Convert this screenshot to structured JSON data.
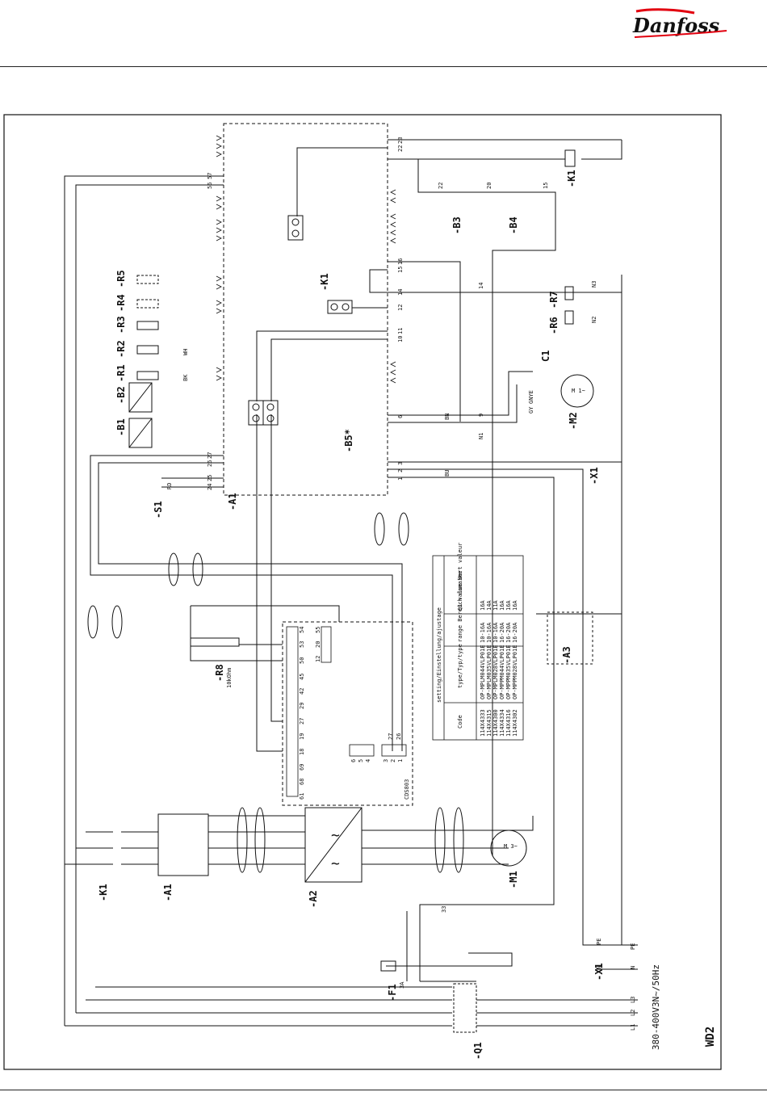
{
  "brand": {
    "name": "Danfoss",
    "color": "#e2000f"
  },
  "page_id": "WD2",
  "supply_label": "380-400V3N~/50Hz",
  "supply_terminals": [
    "L1",
    "L2",
    "L3",
    "N",
    "PE"
  ],
  "components": {
    "a1": "-A1",
    "a2": "-A2",
    "a3": "-A3",
    "k1": "-K1",
    "q1": "-Q1",
    "f1": "-F1",
    "f1_rating": "3A",
    "m1": "-M1",
    "m1_inside": "M\n3~",
    "m2": "-M2",
    "m2_inside": "M\n1~",
    "c1": "C1",
    "r1": "-R1",
    "r2": "-R2",
    "r3": "-R3",
    "r4": "-R4",
    "r5": "-R5",
    "r6": "-R6",
    "r7": "-R7",
    "r8": "-R8",
    "r8_value": "10kOhm",
    "b1": "-B1",
    "b2": "-B2",
    "b3": "-B3",
    "b4": "-B4",
    "b5": "-B5*",
    "s1": "-S1",
    "x1": "-X1",
    "cds": "CDS803"
  },
  "a1_terminals": [
    "57",
    "56",
    "27",
    "26",
    "25",
    "24",
    "23",
    "22",
    "16",
    "15",
    "14",
    "12",
    "11",
    "10",
    "6",
    "3",
    "2",
    "1"
  ],
  "cds_terminals": [
    "54",
    "53",
    "50",
    "45",
    "42",
    "29",
    "27",
    "19",
    "18",
    "69",
    "68",
    "61",
    "55",
    "20",
    "12",
    "27",
    "26",
    "6",
    "5",
    "4",
    "3",
    "2",
    "1"
  ],
  "x1_labels": [
    "22",
    "20",
    "15",
    "14",
    "9",
    "N1",
    "33",
    "PE",
    "N",
    "N2",
    "N3"
  ],
  "wire_colors": [
    "BK",
    "WH",
    "RD",
    "BN",
    "BU",
    "GY",
    "GNYE"
  ],
  "table": {
    "title": "setting/Einstellung/ajustage",
    "headers": [
      "Code",
      "type/Typ/type",
      "range\nBereich\ndomaine",
      "Q1\nvalue\nWert\nvaleur"
    ],
    "rows": [
      [
        "114X4333",
        "OP-MPLM044VLP01E",
        "10-16A",
        "16A"
      ],
      [
        "114X4315",
        "OP-MPLM035VLP01E",
        "10-16A",
        "14A"
      ],
      [
        "114X4300",
        "OP-MPLM028VLP01E",
        "10-16A",
        "11A"
      ],
      [
        "114X4334",
        "OP-MPPM044VLP01E",
        "16-20A",
        "16A"
      ],
      [
        "114X4316",
        "OP-MPPM035VLP01E",
        "16-20A",
        "16A"
      ],
      [
        "114X4302",
        "OP-MPPM028VLP01E",
        "16-20A",
        "16A"
      ]
    ]
  }
}
